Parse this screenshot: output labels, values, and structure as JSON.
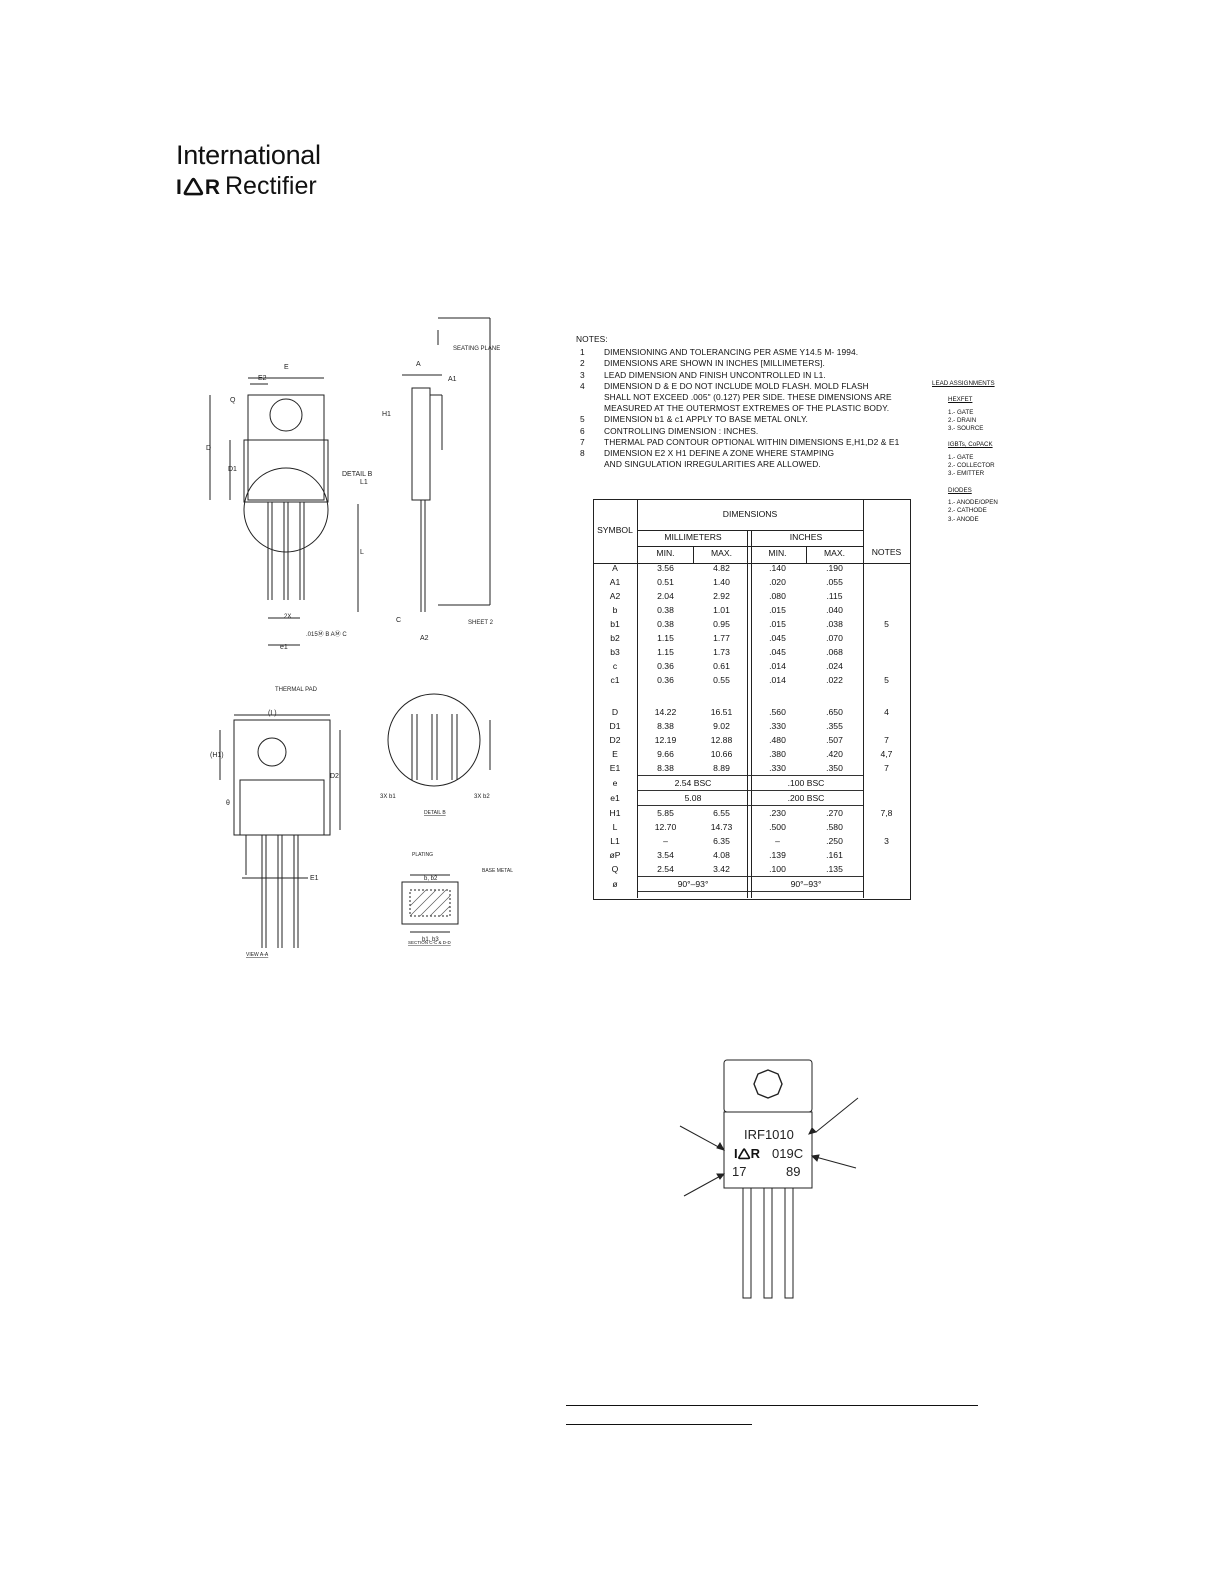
{
  "brand": {
    "line1": "International",
    "ior": "I🛆R",
    "line2": "Rectifier"
  },
  "notes": {
    "header": "NOTES:",
    "items": [
      {
        "num": "1",
        "text": "DIMENSIONING AND TOLERANCING PER ASME Y14.5 M- 1994."
      },
      {
        "num": "2",
        "text": "DIMENSIONS ARE SHOWN IN INCHES [MILLIMETERS]."
      },
      {
        "num": "3",
        "text": "LEAD DIMENSION AND FINISH UNCONTROLLED IN L1."
      },
      {
        "num": "4",
        "text": "DIMENSION D & E DO NOT INCLUDE MOLD FLASH. MOLD FLASH"
      },
      {
        "num": "",
        "text": "SHALL NOT EXCEED .005\" (0.127) PER SIDE. THESE DIMENSIONS ARE"
      },
      {
        "num": "",
        "text": "MEASURED AT THE OUTERMOST EXTREMES OF THE PLASTIC BODY."
      },
      {
        "num": "5",
        "text": "DIMENSION b1 & c1 APPLY TO BASE METAL ONLY."
      },
      {
        "num": "6",
        "text": "CONTROLLING DIMENSION : INCHES."
      },
      {
        "num": "7",
        "text": "THERMAL PAD CONTOUR OPTIONAL WITHIN DIMENSIONS E,H1,D2 & E1"
      },
      {
        "num": "8",
        "text": "DIMENSION E2 X H1 DEFINE A ZONE WHERE STAMPING"
      },
      {
        "num": "",
        "text": "AND SINGULATION IRREGULARITIES ARE ALLOWED."
      }
    ]
  },
  "lead_assignments": {
    "title": "LEAD ASSIGNMENTS",
    "groups": [
      {
        "name": "HEXFET",
        "items": [
          "1.- GATE",
          "2.- DRAIN",
          "3.- SOURCE"
        ]
      },
      {
        "name": "IGBTs, CoPACK",
        "items": [
          "1.- GATE",
          "2.- COLLECTOR",
          "3.- EMITTER"
        ]
      },
      {
        "name": "DIODES",
        "items": [
          "1.- ANODE/OPEN",
          "2.- CATHODE",
          "3.- ANODE"
        ]
      }
    ]
  },
  "dimensions_table": {
    "header": {
      "symbol": "SYMBOL",
      "dimensions": "DIMENSIONS",
      "mm": "MILLIMETERS",
      "in": "INCHES",
      "min": "MIN.",
      "max": "MAX.",
      "notes": "NOTES"
    },
    "rows": [
      {
        "sym": "A",
        "mm_min": "3.56",
        "mm_max": "4.82",
        "in_min": ".140",
        "in_max": ".190",
        "note": ""
      },
      {
        "sym": "A1",
        "mm_min": "0.51",
        "mm_max": "1.40",
        "in_min": ".020",
        "in_max": ".055",
        "note": ""
      },
      {
        "sym": "A2",
        "mm_min": "2.04",
        "mm_max": "2.92",
        "in_min": ".080",
        "in_max": ".115",
        "note": ""
      },
      {
        "sym": "b",
        "mm_min": "0.38",
        "mm_max": "1.01",
        "in_min": ".015",
        "in_max": ".040",
        "note": ""
      },
      {
        "sym": "b1",
        "mm_min": "0.38",
        "mm_max": "0.95",
        "in_min": ".015",
        "in_max": ".038",
        "note": "5"
      },
      {
        "sym": "b2",
        "mm_min": "1.15",
        "mm_max": "1.77",
        "in_min": ".045",
        "in_max": ".070",
        "note": ""
      },
      {
        "sym": "b3",
        "mm_min": "1.15",
        "mm_max": "1.73",
        "in_min": ".045",
        "in_max": ".068",
        "note": ""
      },
      {
        "sym": "c",
        "mm_min": "0.36",
        "mm_max": "0.61",
        "in_min": ".014",
        "in_max": ".024",
        "note": ""
      },
      {
        "sym": "c1",
        "mm_min": "0.36",
        "mm_max": "0.55",
        "in_min": ".014",
        "in_max": ".022",
        "note": "5"
      },
      {
        "sym": "",
        "mm_min": "",
        "mm_max": "",
        "in_min": "",
        "in_max": "",
        "note": ""
      },
      {
        "sym": "D",
        "mm_min": "14.22",
        "mm_max": "16.51",
        "in_min": ".560",
        "in_max": ".650",
        "note": "4"
      },
      {
        "sym": "D1",
        "mm_min": "8.38",
        "mm_max": "9.02",
        "in_min": ".330",
        "in_max": ".355",
        "note": ""
      },
      {
        "sym": "D2",
        "mm_min": "12.19",
        "mm_max": "12.88",
        "in_min": ".480",
        "in_max": ".507",
        "note": "7"
      },
      {
        "sym": "E",
        "mm_min": "9.66",
        "mm_max": "10.66",
        "in_min": ".380",
        "in_max": ".420",
        "note": "4,7"
      },
      {
        "sym": "E1",
        "mm_min": "8.38",
        "mm_max": "8.89",
        "in_min": ".330",
        "in_max": ".350",
        "note": "7"
      },
      {
        "sym": "e",
        "mm_bsc": "2.54  BSC",
        "in_bsc": ".100  BSC",
        "note": ""
      },
      {
        "sym": "e1",
        "mm_bsc": "5.08",
        "in_bsc": ".200  BSC",
        "note": ""
      },
      {
        "sym": "H1",
        "mm_min": "5.85",
        "mm_max": "6.55",
        "in_min": ".230",
        "in_max": ".270",
        "note": "7,8"
      },
      {
        "sym": "L",
        "mm_min": "12.70",
        "mm_max": "14.73",
        "in_min": ".500",
        "in_max": ".580",
        "note": ""
      },
      {
        "sym": "L1",
        "mm_min": "–",
        "mm_max": "6.35",
        "in_min": "–",
        "in_max": ".250",
        "note": "3"
      },
      {
        "sym": "øP",
        "mm_min": "3.54",
        "mm_max": "4.08",
        "in_min": ".139",
        "in_max": ".161",
        "note": ""
      },
      {
        "sym": "Q",
        "mm_min": "2.54",
        "mm_max": "3.42",
        "in_min": ".100",
        "in_max": ".135",
        "note": ""
      },
      {
        "sym": "ø",
        "mm_bsc": "90°–93°",
        "in_bsc": "90°–93°",
        "note": ""
      }
    ]
  },
  "drawing_labels": {
    "seating_plane": "SEATING PLANE",
    "detail_b": "DETAIL B",
    "sheet2": "SHEET 2",
    "thermal_pad": "THERMAL PAD",
    "view_aa": "VIEW A-A",
    "detail_b_caption": "DETAIL B",
    "plating": "PLATING",
    "base_metal": "BASE METAL",
    "section_caption": "SECTION C-C & D-D",
    "b_b2": "b, b2",
    "b1_b3": "b1, b3",
    "x3_b1": "3X  b1",
    "x3_b2": "3X  b2",
    "tolerance": ".015Ⓜ B AⓂ C",
    "twox_e": "2X"
  },
  "marking": {
    "part": "IRF1010",
    "logo": "I🛆R",
    "lot": "019C",
    "date_left": "17",
    "date_right": "89"
  }
}
